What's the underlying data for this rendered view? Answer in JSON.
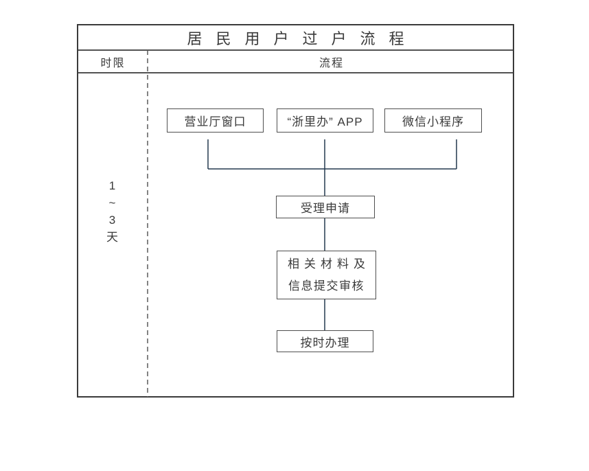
{
  "title": "居民用户过户流程",
  "header": {
    "time_column": "时限",
    "flow_column": "流程"
  },
  "time_limit": {
    "lines": [
      "1",
      "~",
      "3",
      "天"
    ]
  },
  "flow": {
    "channels": [
      {
        "label": "营业厅窗口"
      },
      {
        "label": "“浙里办” APP"
      },
      {
        "label": "微信小程序"
      }
    ],
    "steps": {
      "accept": "受理申请",
      "review_line1": "相关材料及",
      "review_line2": "信息提交审核",
      "process": "按时办理"
    }
  },
  "colors": {
    "table_border": "#3a3a3a",
    "box_border": "#4f4f4f",
    "connector_line": "#23394e",
    "dashed_divider": "#5a5a5a",
    "text": "#3a3a3a",
    "background": "#ffffff"
  }
}
